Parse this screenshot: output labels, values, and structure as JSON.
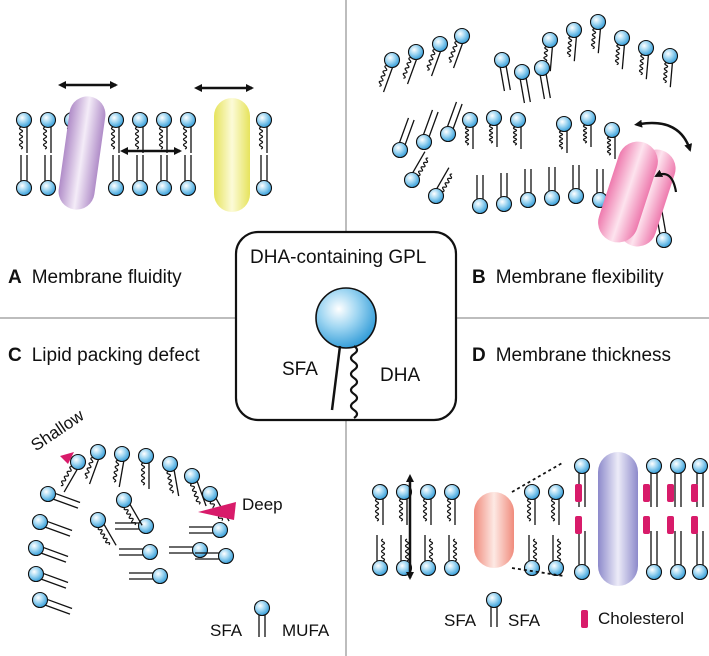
{
  "panels": {
    "a": {
      "letter": "A",
      "title": "Membrane fluidity"
    },
    "b": {
      "letter": "B",
      "title": "Membrane flexibility"
    },
    "c": {
      "letter": "C",
      "title": "Lipid packing defect",
      "shallow": "Shallow",
      "deep": "Deep",
      "sfa": "SFA",
      "mufa": "MUFA"
    },
    "d": {
      "letter": "D",
      "title": "Membrane thickness",
      "sfa_left": "SFA",
      "sfa_right": "SFA",
      "cholesterol": "Cholesterol"
    }
  },
  "center": {
    "title": "DHA-containing GPL",
    "sfa": "SFA",
    "dha": "DHA"
  },
  "colors": {
    "headgroup": "#3aa6df",
    "protein_purple": "#c7a6d8",
    "protein_yellow": "#f3f08a",
    "protein_pink": "#f39ac0",
    "protein_salmon": "#f4a99c",
    "protein_lavender": "#a9a6dd",
    "wedge": "#d81b6a",
    "cholesterol": "#d81b6a",
    "divider": "#bdbdbd"
  }
}
